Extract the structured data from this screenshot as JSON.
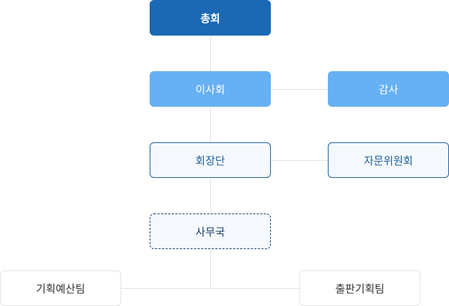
{
  "org_chart": {
    "general_assembly": "총회",
    "board_of_directors": "이사회",
    "auditor": "감사",
    "executive_group": "회장단",
    "advisory_committee": "자문위원회",
    "secretariat": "사무국",
    "planning_budget_team": "기획예산팀",
    "publishing_planning_team": "출판기획팀"
  },
  "colors": {
    "dark_blue": "#1b68b5",
    "light_blue": "#66b0f4",
    "outline_blue": "#1c5f9f",
    "connector": "#e1e1e1"
  }
}
